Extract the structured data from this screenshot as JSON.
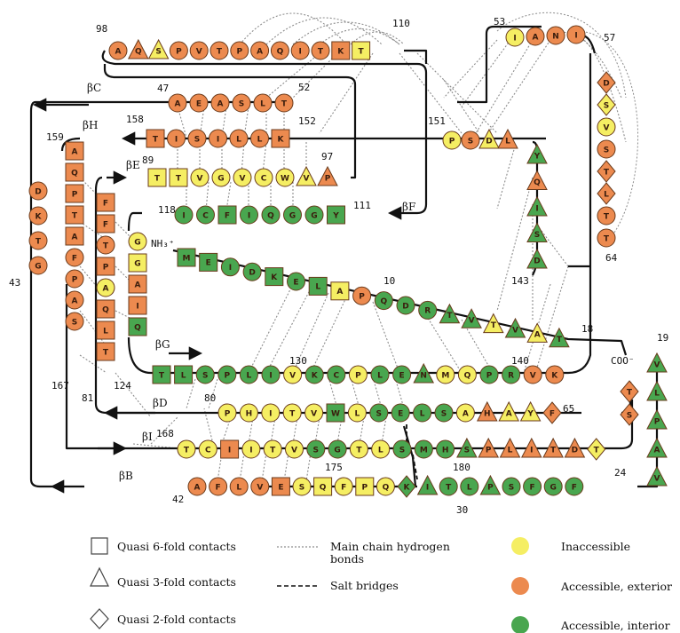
{
  "colors": {
    "inaccessible": "#f5ee63",
    "exterior": "#ec8a4f",
    "interior": "#49a64f",
    "line": "#111111",
    "hbond": "#8d8d8d",
    "nterm": "#3b6fd8",
    "cterm": "#d33a2a"
  },
  "strand_labels": [
    "βC",
    "βH",
    "βE",
    "βF",
    "βG",
    "βD",
    "βI",
    "βB"
  ],
  "numbers": [
    "98",
    "110",
    "53",
    "57",
    "47",
    "52",
    "158",
    "152",
    "151",
    "159",
    "89",
    "97",
    "111",
    "118",
    "64",
    "43",
    "10",
    "143",
    "18",
    "19",
    "130",
    "140",
    "124",
    "80",
    "65",
    "81",
    "167",
    "168",
    "175",
    "180",
    "24",
    "42",
    "30"
  ],
  "termini": {
    "n": "NH₃⁺",
    "c": "COO⁻"
  },
  "legend": {
    "square": "Quasi 6-fold contacts",
    "triangle": "Quasi  3-fold contacts",
    "diamond": "Quasi 2-fold contacts",
    "hbond": "Main chain hydrogen bonds",
    "salt": "Salt bridges",
    "inaccessible": "Inaccessible",
    "exterior": "Accessible, exterior",
    "interior": "Accessible, interior"
  },
  "segments": [
    {
      "id": "top",
      "residues": [
        [
          "A",
          "o",
          "c"
        ],
        [
          "Q",
          "o",
          "t"
        ],
        [
          "S",
          "y",
          "t"
        ],
        [
          "P",
          "o",
          "c"
        ],
        [
          "V",
          "o",
          "c"
        ],
        [
          "T",
          "o",
          "c"
        ],
        [
          "P",
          "o",
          "c"
        ],
        [
          "A",
          "o",
          "c"
        ],
        [
          "Q",
          "o",
          "c"
        ],
        [
          "I",
          "o",
          "c"
        ],
        [
          "T",
          "o",
          "c"
        ],
        [
          "K",
          "o",
          "s"
        ],
        [
          "T",
          "y",
          "s"
        ]
      ]
    },
    {
      "id": "c47",
      "residues": [
        [
          "A",
          "o",
          "c"
        ],
        [
          "E",
          "o",
          "c"
        ],
        [
          "A",
          "o",
          "c"
        ],
        [
          "S",
          "o",
          "c"
        ],
        [
          "L",
          "o",
          "c"
        ],
        [
          "T",
          "o",
          "c"
        ]
      ]
    },
    {
      "id": "h158",
      "residues": [
        [
          "T",
          "o",
          "s"
        ],
        [
          "I",
          "o",
          "c"
        ],
        [
          "S",
          "o",
          "c"
        ],
        [
          "I",
          "o",
          "c"
        ],
        [
          "L",
          "o",
          "c"
        ],
        [
          "L",
          "o",
          "c"
        ],
        [
          "K",
          "o",
          "s"
        ]
      ]
    },
    {
      "id": "r151",
      "residues": [
        [
          "P",
          "y",
          "c"
        ],
        [
          "S",
          "o",
          "c"
        ],
        [
          "D",
          "y",
          "t"
        ],
        [
          "L",
          "o",
          "t"
        ]
      ]
    },
    {
      "id": "e89",
      "residues": [
        [
          "T",
          "y",
          "s"
        ],
        [
          "T",
          "y",
          "s"
        ],
        [
          "V",
          "y",
          "c"
        ],
        [
          "G",
          "y",
          "c"
        ],
        [
          "V",
          "y",
          "c"
        ],
        [
          "C",
          "y",
          "c"
        ],
        [
          "W",
          "y",
          "c"
        ],
        [
          "V",
          "y",
          "t"
        ],
        [
          "P",
          "o",
          "t"
        ]
      ]
    },
    {
      "id": "f118",
      "residues": [
        [
          "I",
          "g",
          "c"
        ],
        [
          "C",
          "g",
          "c"
        ],
        [
          "F",
          "g",
          "s"
        ],
        [
          "I",
          "g",
          "c"
        ],
        [
          "Q",
          "g",
          "c"
        ],
        [
          "G",
          "g",
          "c"
        ],
        [
          "G",
          "g",
          "c"
        ],
        [
          "Y",
          "g",
          "s"
        ]
      ]
    },
    {
      "id": "n10",
      "residues": [
        [
          "M",
          "g",
          "s"
        ],
        [
          "E",
          "g",
          "s"
        ],
        [
          "I",
          "g",
          "c"
        ],
        [
          "D",
          "g",
          "c"
        ],
        [
          "K",
          "g",
          "s"
        ],
        [
          "E",
          "g",
          "c"
        ],
        [
          "L",
          "g",
          "s"
        ],
        [
          "A",
          "y",
          "s"
        ],
        [
          "P",
          "o",
          "c"
        ],
        [
          "Q",
          "g",
          "c"
        ],
        [
          "D",
          "g",
          "c"
        ],
        [
          "R",
          "g",
          "c"
        ],
        [
          "T",
          "g",
          "t"
        ],
        [
          "V",
          "g",
          "t"
        ],
        [
          "T",
          "y",
          "t"
        ],
        [
          "V",
          "g",
          "t"
        ],
        [
          "A",
          "y",
          "t"
        ],
        [
          "T",
          "g",
          "t"
        ]
      ]
    },
    {
      "id": "g130",
      "residues": [
        [
          "T",
          "g",
          "s"
        ],
        [
          "L",
          "g",
          "s"
        ],
        [
          "S",
          "g",
          "c"
        ],
        [
          "P",
          "g",
          "c"
        ],
        [
          "L",
          "g",
          "c"
        ],
        [
          "I",
          "g",
          "c"
        ],
        [
          "V",
          "y",
          "c"
        ],
        [
          "K",
          "g",
          "c"
        ],
        [
          "C",
          "g",
          "c"
        ],
        [
          "P",
          "y",
          "c"
        ],
        [
          "L",
          "g",
          "c"
        ],
        [
          "E",
          "g",
          "c"
        ],
        [
          "N",
          "g",
          "t"
        ],
        [
          "M",
          "y",
          "c"
        ],
        [
          "Q",
          "y",
          "c"
        ],
        [
          "P",
          "g",
          "c"
        ],
        [
          "R",
          "g",
          "c"
        ],
        [
          "V",
          "o",
          "c"
        ],
        [
          "K",
          "o",
          "c"
        ]
      ]
    },
    {
      "id": "d80",
      "residues": [
        [
          "P",
          "y",
          "c"
        ],
        [
          "H",
          "y",
          "c"
        ],
        [
          "I",
          "y",
          "c"
        ],
        [
          "T",
          "y",
          "c"
        ],
        [
          "V",
          "y",
          "c"
        ],
        [
          "W",
          "g",
          "s"
        ],
        [
          "L",
          "y",
          "c"
        ],
        [
          "S",
          "g",
          "c"
        ],
        [
          "E",
          "g",
          "c"
        ],
        [
          "L",
          "g",
          "c"
        ],
        [
          "S",
          "g",
          "c"
        ],
        [
          "A",
          "y",
          "c"
        ],
        [
          "H",
          "o",
          "t"
        ],
        [
          "A",
          "y",
          "t"
        ],
        [
          "Y",
          "y",
          "t"
        ],
        [
          "F",
          "o",
          "d"
        ]
      ]
    },
    {
      "id": "i168",
      "residues": [
        [
          "T",
          "y",
          "c"
        ],
        [
          "C",
          "y",
          "c"
        ],
        [
          "I",
          "o",
          "s"
        ],
        [
          "I",
          "y",
          "c"
        ],
        [
          "T",
          "y",
          "c"
        ],
        [
          "V",
          "y",
          "c"
        ],
        [
          "S",
          "g",
          "c"
        ],
        [
          "G",
          "g",
          "c"
        ],
        [
          "T",
          "y",
          "c"
        ],
        [
          "L",
          "y",
          "c"
        ],
        [
          "S",
          "g",
          "c"
        ],
        [
          "M",
          "g",
          "c"
        ],
        [
          "H",
          "g",
          "c"
        ],
        [
          "S",
          "g",
          "t"
        ],
        [
          "P",
          "o",
          "t"
        ],
        [
          "L",
          "o",
          "t"
        ],
        [
          "I",
          "o",
          "t"
        ],
        [
          "T",
          "o",
          "t"
        ],
        [
          "D",
          "o",
          "t"
        ],
        [
          "T",
          "y",
          "d"
        ]
      ]
    },
    {
      "id": "b42",
      "residues": [
        [
          "A",
          "o",
          "c"
        ],
        [
          "F",
          "o",
          "c"
        ],
        [
          "L",
          "o",
          "c"
        ],
        [
          "V",
          "o",
          "c"
        ],
        [
          "E",
          "o",
          "s"
        ],
        [
          "S",
          "y",
          "c"
        ],
        [
          "Q",
          "y",
          "s"
        ],
        [
          "F",
          "y",
          "c"
        ],
        [
          "P",
          "y",
          "s"
        ],
        [
          "Q",
          "y",
          "c"
        ],
        [
          "K",
          "g",
          "d"
        ],
        [
          "I",
          "g",
          "t"
        ],
        [
          "T",
          "g",
          "c"
        ],
        [
          "L",
          "g",
          "c"
        ],
        [
          "P",
          "g",
          "t"
        ],
        [
          "S",
          "g",
          "c"
        ],
        [
          "F",
          "g",
          "c"
        ],
        [
          "G",
          "g",
          "c"
        ],
        [
          "F",
          "g",
          "c"
        ]
      ]
    },
    {
      "id": "v53",
      "residues": [
        [
          "I",
          "y",
          "c"
        ],
        [
          "A",
          "o",
          "c"
        ],
        [
          "N",
          "o",
          "c"
        ],
        [
          "I",
          "o",
          "c"
        ]
      ]
    },
    {
      "id": "v57",
      "residues": [
        [
          "D",
          "o",
          "d"
        ],
        [
          "S",
          "y",
          "d"
        ],
        [
          "V",
          "y",
          "c"
        ],
        [
          "S",
          "o",
          "c"
        ],
        [
          "T",
          "o",
          "d"
        ],
        [
          "L",
          "o",
          "d"
        ],
        [
          "T",
          "o",
          "c"
        ],
        [
          "T",
          "o",
          "c"
        ]
      ]
    },
    {
      "id": "v143",
      "residues": [
        [
          "Y",
          "g",
          "t"
        ],
        [
          "Q",
          "o",
          "t"
        ],
        [
          "I",
          "g",
          "t"
        ],
        [
          "S",
          "g",
          "t"
        ],
        [
          "D",
          "g",
          "t"
        ]
      ]
    },
    {
      "id": "v159",
      "residues": [
        [
          "A",
          "o",
          "s"
        ],
        [
          "Q",
          "o",
          "s"
        ],
        [
          "P",
          "o",
          "s"
        ],
        [
          "T",
          "o",
          "s"
        ],
        [
          "A",
          "o",
          "s"
        ],
        [
          "F",
          "o",
          "c"
        ],
        [
          "P",
          "o",
          "c"
        ],
        [
          "A",
          "o",
          "c"
        ],
        [
          "S",
          "o",
          "c"
        ]
      ]
    },
    {
      "id": "v43",
      "residues": [
        [
          "D",
          "o",
          "c"
        ],
        [
          "K",
          "o",
          "c"
        ],
        [
          "T",
          "o",
          "c"
        ],
        [
          "G",
          "o",
          "c"
        ]
      ]
    },
    {
      "id": "v81",
      "residues": [
        [
          "F",
          "o",
          "s"
        ],
        [
          "F",
          "o",
          "s"
        ],
        [
          "T",
          "o",
          "c"
        ],
        [
          "P",
          "o",
          "s"
        ],
        [
          "A",
          "y",
          "c"
        ],
        [
          "Q",
          "o",
          "s"
        ],
        [
          "L",
          "o",
          "s"
        ],
        [
          "T",
          "o",
          "s"
        ]
      ]
    },
    {
      "id": "v118",
      "residues": [
        [
          "G",
          "y",
          "c"
        ],
        [
          "G",
          "y",
          "s"
        ],
        [
          "A",
          "o",
          "s"
        ],
        [
          "I",
          "o",
          "s"
        ],
        [
          "Q",
          "g",
          "s"
        ]
      ]
    },
    {
      "id": "v19",
      "residues": [
        [
          "V",
          "g",
          "t"
        ],
        [
          "L",
          "g",
          "t"
        ],
        [
          "P",
          "g",
          "t"
        ],
        [
          "A",
          "g",
          "t"
        ],
        [
          "V",
          "g",
          "t"
        ]
      ]
    },
    {
      "id": "cterm",
      "residues": [
        [
          "T",
          "o",
          "d"
        ],
        [
          "S",
          "o",
          "d"
        ]
      ]
    }
  ]
}
